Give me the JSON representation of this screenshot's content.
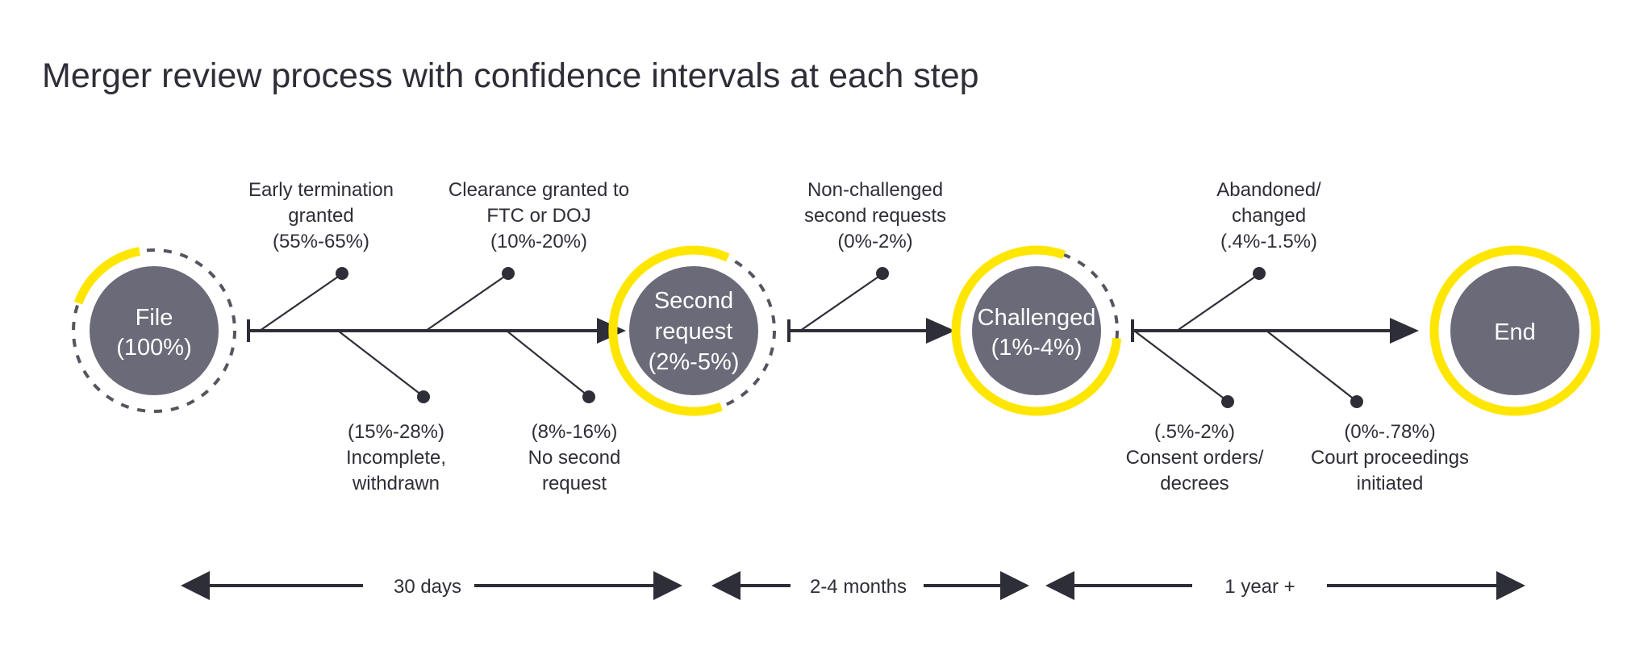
{
  "title": "Merger review process with confidence intervals at each step",
  "colors": {
    "accent_yellow": "#ffe600",
    "node_gray": "#6a6a78",
    "text_dark": "#2e2e38",
    "dashed_gray": "#55555f",
    "background": "#ffffff"
  },
  "nodes": [
    {
      "id": "file",
      "label_line1": "File",
      "label_line2": "(100%)",
      "label_line3": ""
    },
    {
      "id": "second-request",
      "label_line1": "Second",
      "label_line2": "request",
      "label_line3": "(2%-5%)"
    },
    {
      "id": "challenged",
      "label_line1": "Challenged",
      "label_line2": "(1%-4%)",
      "label_line3": ""
    },
    {
      "id": "end",
      "label_line1": "End",
      "label_line2": "",
      "label_line3": ""
    }
  ],
  "branches_above": [
    {
      "id": "early-termination",
      "line1": "Early termination",
      "line2": "granted",
      "line3": "(55%-65%)"
    },
    {
      "id": "clearance-granted",
      "line1": "Clearance granted to",
      "line2": "FTC or DOJ",
      "line3": "(10%-20%)"
    },
    {
      "id": "non-challenged",
      "line1": "Non-challenged",
      "line2": "second requests",
      "line3": "(0%-2%)"
    },
    {
      "id": "abandoned-changed",
      "line1": "Abandoned/",
      "line2": "changed",
      "line3": "(.4%-1.5%)"
    }
  ],
  "branches_below": [
    {
      "id": "incomplete-withdrawn",
      "line1": "(15%-28%)",
      "line2": "Incomplete,",
      "line3": "withdrawn"
    },
    {
      "id": "no-second-request",
      "line1": "(8%-16%)",
      "line2": "No second",
      "line3": "request"
    },
    {
      "id": "consent-orders",
      "line1": "(.5%-2%)",
      "line2": "Consent orders/",
      "line3": "decrees"
    },
    {
      "id": "court-proceedings",
      "line1": "(0%-.78%)",
      "line2": "Court proceedings",
      "line3": "initiated"
    }
  ],
  "timeline": [
    {
      "id": "stage-1",
      "label": "30 days"
    },
    {
      "id": "stage-2",
      "label": "2-4 months"
    },
    {
      "id": "stage-3",
      "label": "1 year +"
    }
  ],
  "chart_data": {
    "type": "diagram",
    "title": "Merger review process with confidence intervals at each step",
    "stages": [
      {
        "name": "File",
        "probability_label": "(100%)",
        "low": 100,
        "high": 100
      },
      {
        "name": "Second request",
        "probability_label": "(2%-5%)",
        "low": 2,
        "high": 5
      },
      {
        "name": "Challenged",
        "probability_label": "(1%-4%)",
        "low": 1,
        "high": 4
      },
      {
        "name": "End",
        "probability_label": "",
        "low": null,
        "high": null
      }
    ],
    "outflows": [
      {
        "from": "File",
        "name": "Early termination granted",
        "label": "(55%-65%)",
        "low": 55,
        "high": 65,
        "side": "above"
      },
      {
        "from": "File",
        "name": "Incomplete, withdrawn",
        "label": "(15%-28%)",
        "low": 15,
        "high": 28,
        "side": "below"
      },
      {
        "from": "File",
        "name": "Clearance granted to FTC or DOJ",
        "label": "(10%-20%)",
        "low": 10,
        "high": 20,
        "side": "above"
      },
      {
        "from": "File",
        "name": "No second request",
        "label": "(8%-16%)",
        "low": 8,
        "high": 16,
        "side": "below"
      },
      {
        "from": "Second request",
        "name": "Non-challenged second requests",
        "label": "(0%-2%)",
        "low": 0,
        "high": 2,
        "side": "above"
      },
      {
        "from": "Challenged",
        "name": "Abandoned/changed",
        "label": "(.4%-1.5%)",
        "low": 0.4,
        "high": 1.5,
        "side": "above"
      },
      {
        "from": "Challenged",
        "name": "Consent orders/decrees",
        "label": "(.5%-2%)",
        "low": 0.5,
        "high": 2,
        "side": "below"
      },
      {
        "from": "Challenged",
        "name": "Court proceedings initiated",
        "label": "(0%-.78%)",
        "low": 0,
        "high": 0.78,
        "side": "below"
      }
    ],
    "durations": [
      {
        "between": [
          "File",
          "Second request"
        ],
        "label": "30 days"
      },
      {
        "between": [
          "Second request",
          "Challenged"
        ],
        "label": "2-4 months"
      },
      {
        "between": [
          "Challenged",
          "End"
        ],
        "label": "1 year +"
      }
    ]
  }
}
